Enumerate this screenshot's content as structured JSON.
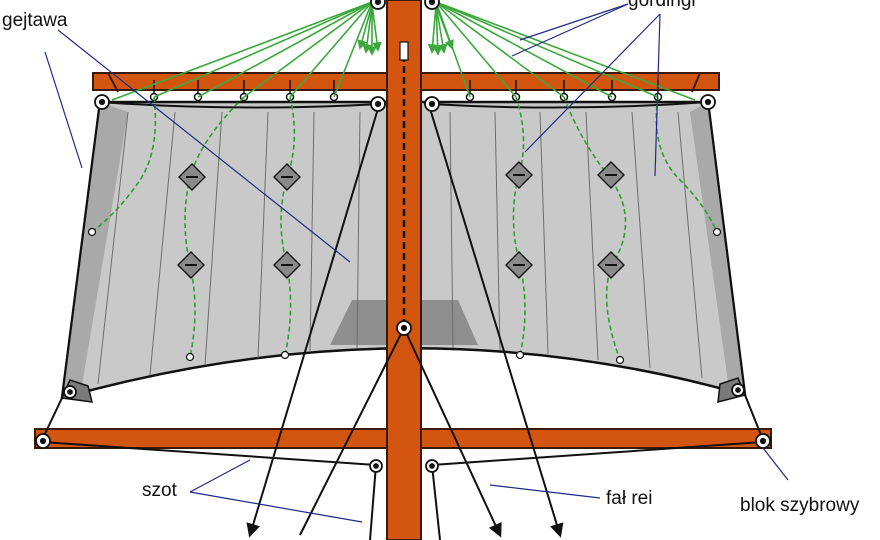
{
  "labels": {
    "gejtawa": "gejtawa",
    "gordingi": "gordingi",
    "szot": "szot",
    "fal_rei": "fał rei",
    "blok_szybrowy": "blok szybrowy"
  },
  "colors": {
    "spar": "#d2560f",
    "spar_outline": "#3a1a05",
    "sail": "#c9c9c9",
    "sail_dark": "#9c9c9c",
    "sail_panel_line": "#6e6e6e",
    "buntline_green": "#3ba83b",
    "reef_green": "#2e9e2e",
    "leader_blue": "#1f2a8a",
    "rope": "#111111",
    "block_fill": "#ffffff"
  },
  "icons": [
    "block-icon",
    "reef-cringle-icon",
    "arrow-icon"
  ]
}
